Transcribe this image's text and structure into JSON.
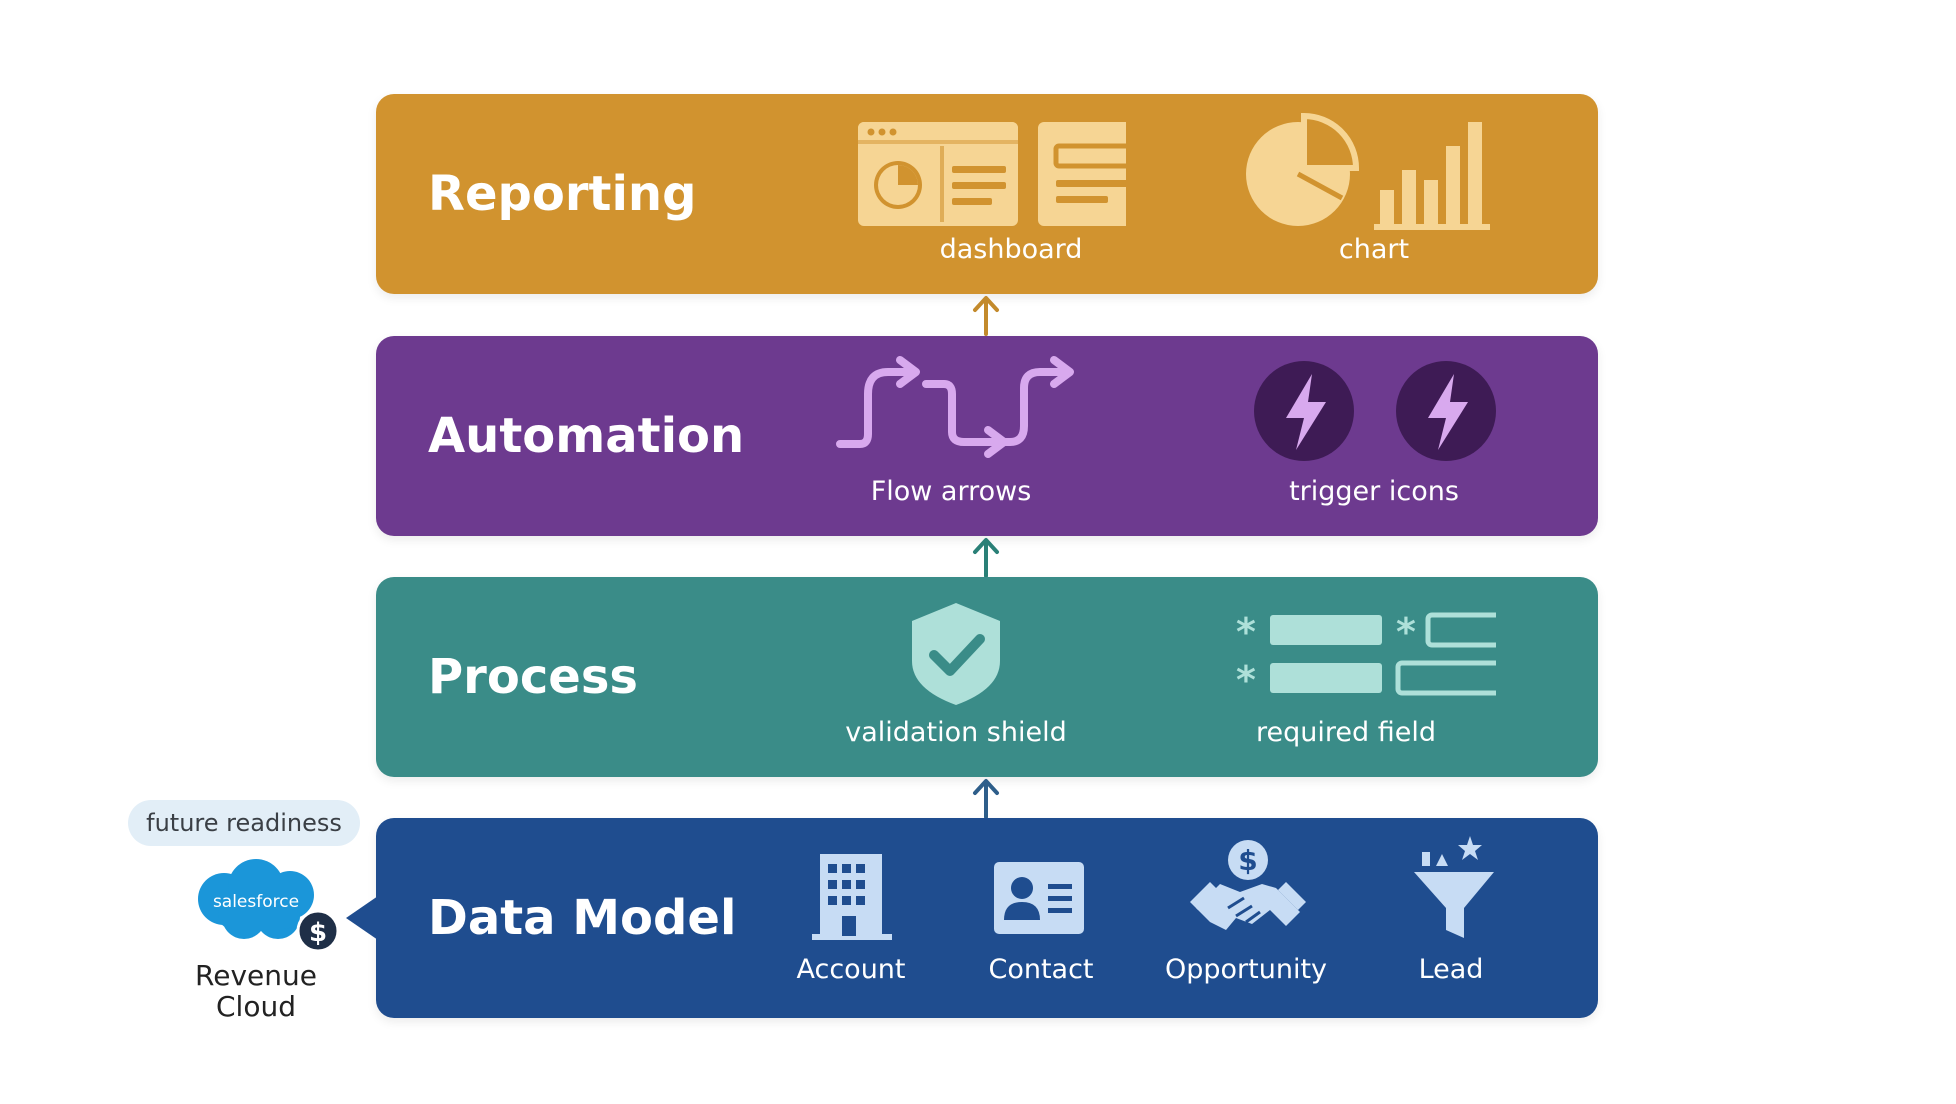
{
  "colors": {
    "reporting": "#d1932f",
    "automation": "#6d3a8f",
    "process": "#3a8c88",
    "data_model": "#1f4d8f",
    "reporting_icon": "#f6d594",
    "reporting_label": "#ffffff",
    "automation_icon": "#d8a9ee",
    "automation_trigger_bg": "#3e1b55",
    "process_icon": "#aee0d9",
    "data_model_icon": "#c7dcf4",
    "arrow_reporting": "#c38a2c",
    "arrow_automation": "#2a8077",
    "arrow_process": "#2e5e8a"
  },
  "layers": {
    "reporting": {
      "title": "Reporting",
      "icons": [
        {
          "label": "dashboard",
          "icon": "dashboard-icon"
        },
        {
          "label": "chart",
          "icon": "chart-icon"
        }
      ]
    },
    "automation": {
      "title": "Automation",
      "icons": [
        {
          "label": "Flow arrows",
          "icon": "flow-arrows-icon"
        },
        {
          "label": "trigger icons",
          "icon": "lightning-icon"
        }
      ]
    },
    "process": {
      "title": "Process",
      "icons": [
        {
          "label": "validation shield",
          "icon": "shield-check-icon"
        },
        {
          "label": "required field",
          "icon": "required-field-icon"
        }
      ]
    },
    "data_model": {
      "title": "Data Model",
      "icons": [
        {
          "label": "Account",
          "icon": "building-icon"
        },
        {
          "label": "Contact",
          "icon": "contact-card-icon"
        },
        {
          "label": "Opportunity",
          "icon": "handshake-dollar-icon"
        },
        {
          "label": "Lead",
          "icon": "funnel-icon"
        }
      ]
    }
  },
  "sidebar": {
    "badge": "future readiness",
    "logo_text": "salesforce",
    "logo_icon": "dollar-icon",
    "caption_line1": "Revenue",
    "caption_line2": "Cloud"
  }
}
